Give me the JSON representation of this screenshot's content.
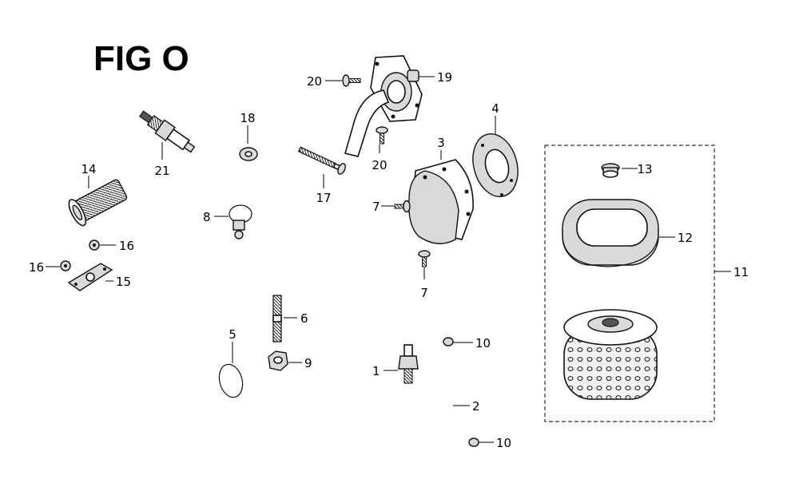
{
  "figure": {
    "title": "FIG O"
  },
  "callouts": {
    "c1": "1",
    "c2": "2",
    "c3": "3",
    "c4": "4",
    "c5": "5",
    "c6": "6",
    "c7a": "7",
    "c7b": "7",
    "c8": "8",
    "c9": "9",
    "c10a": "10",
    "c10b": "10",
    "c11": "11",
    "c12": "12",
    "c13": "13",
    "c14": "14",
    "c15": "15",
    "c16a": "16",
    "c16b": "16",
    "c17": "17",
    "c18": "18",
    "c19": "19",
    "c20a": "20",
    "c20b": "20",
    "c21": "21"
  }
}
